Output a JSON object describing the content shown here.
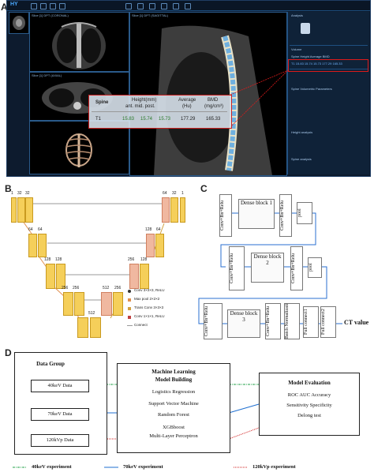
{
  "panel_labels": {
    "a": "A",
    "b": "B",
    "c": "C",
    "d": "D"
  },
  "a": {
    "logo": "HY",
    "view1_title": "Slice [1] DPT (CORONAL)",
    "view2_title": "Slice [1] DPT (AXIAL)",
    "view3_title": "Slice [1] DPT (SAGITTAL)",
    "right_header": "Analysis",
    "right_section": "Volume",
    "right_sub1": "Spine  Height  Average  BMD",
    "right_row1": "T1  15.83  15.74  15.73  177.29  165.33",
    "right_sub2": "Spine Volumetric Parameters",
    "right_sub3": "Height analysis",
    "right_sub4": "Spine analysis",
    "bmd": {
      "h_spine": "Spine",
      "h_height": "Height(mm)",
      "h_height_sub": "ant.    mid.    post.",
      "h_avg": "Average",
      "h_avg_sub": "(Hu)",
      "h_bmd": "BMD",
      "h_bmd_sub": "(mg/cm³)",
      "spine": "T1",
      "ant": "15.83",
      "mid": "15.74",
      "post": "15.73",
      "avg": "177.29",
      "bmd": "165.33"
    }
  },
  "b": {
    "n1": "1",
    "n32a": "32",
    "n32b": "32",
    "n64a": "64",
    "n32c": "32",
    "n1b": "1",
    "n64l1": "64",
    "n64l2": "64",
    "n128r1": "128",
    "n64r2": "64",
    "n128l1": "128",
    "n128l2": "128",
    "n256r": "256",
    "n128r": "128",
    "n256l1": "256",
    "n256l2": "256",
    "n512r": "512",
    "n256r2": "256",
    "n512b": "512",
    "legend": [
      "Conv 3×3×3, ReLU",
      "Max pool 2×2×2",
      "Trans Conv 3×3×3",
      "Conv 1×1×1, ReLU",
      "Connect"
    ]
  },
  "c": {
    "conv1": "Conv+Bn+Relu",
    "dense1": "Dense block 1",
    "conv2": "Conv+Bn+Relu",
    "pool1": "pool",
    "conv3": "Conv+Bn+Relu",
    "dense2": "Dense block 2",
    "conv4": "Conv+Bn+Relu",
    "pool2": "pool",
    "conv5": "Conv+Bn+Relu",
    "dense3": "Dense block 3",
    "conv6": "Conv+Bn+Relu",
    "bn": "Batch Normalizati",
    "fc1": "Full connect1",
    "fc2": "Full connect2",
    "out": "CT value"
  },
  "d": {
    "data_group": "Data Group",
    "d1": "40keV Data",
    "d2": "70keV Data",
    "d3": "120kVp Data",
    "ml_title1": "Machine Learning",
    "ml_title2": "Model Building",
    "m1": "Logistics Regression",
    "m2": "Support Vector Machine",
    "m3": "Random Forest",
    "m4": "XGBboost",
    "m5": "Multi-Layer Perceptron",
    "eval_title": "Model Evaluation",
    "e1": "ROC      AUC    Accuracy",
    "e2": "Sensitivity    Specificity",
    "e3": "Delong test",
    "leg1": "40keV experiment",
    "leg2": "70keV experiment",
    "leg3": "120kVp experiment",
    "colors": {
      "green": "#22a04a",
      "blue": "#1f6fd0",
      "red": "#d02020"
    }
  }
}
